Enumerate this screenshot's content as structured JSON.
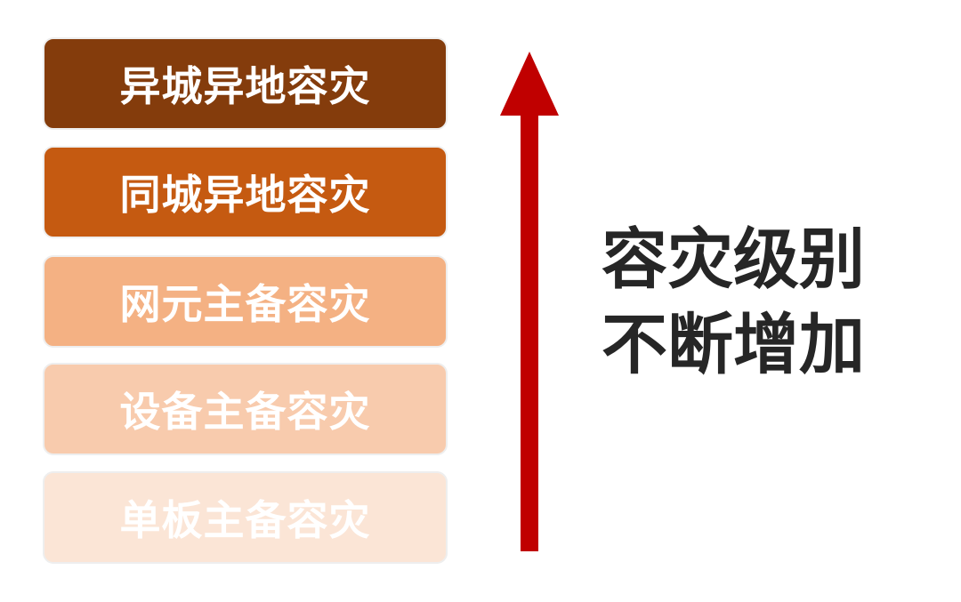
{
  "levels": [
    {
      "label": "异城异地容灾",
      "color": "#843c0c"
    },
    {
      "label": "同城异地容灾",
      "color": "#c55a11"
    },
    {
      "label": "网元主备容灾",
      "color": "#f4b183"
    },
    {
      "label": "设备主备容灾",
      "color": "#f8cbad"
    },
    {
      "label": "单板主备容灾",
      "color": "#fbe5d6"
    }
  ],
  "arrow": {
    "color": "#c00000",
    "direction": "up"
  },
  "caption": {
    "line1": "容灾级别",
    "line2": "不断增加"
  }
}
